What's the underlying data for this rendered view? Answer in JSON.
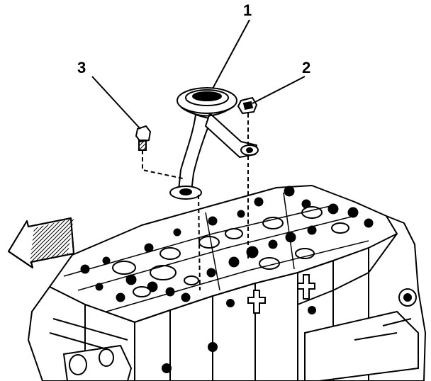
{
  "callouts": [
    {
      "id": "1"
    },
    {
      "id": "2"
    },
    {
      "id": "3"
    }
  ],
  "colors": {
    "ink": "#000000",
    "paper": "#ffffff"
  }
}
